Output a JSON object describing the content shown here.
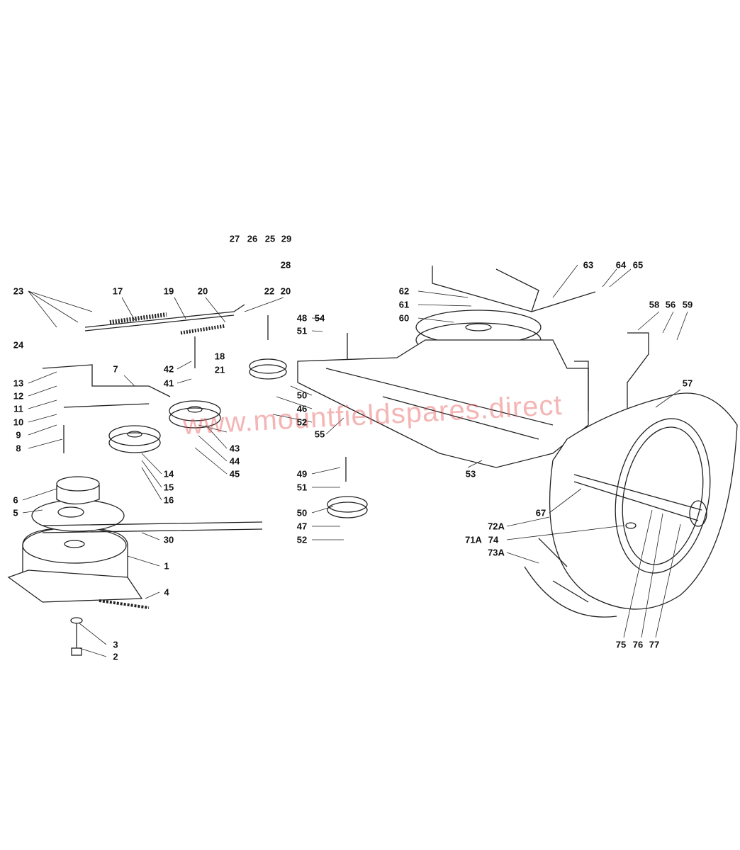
{
  "watermark": "www.mountfieldspares.direct",
  "labels": [
    "27",
    "26",
    "25",
    "29",
    "28",
    "23",
    "17",
    "19",
    "20",
    "22",
    "20",
    "48",
    "51",
    "54",
    "24",
    "13",
    "12",
    "11",
    "10",
    "9",
    "8",
    "7",
    "42",
    "41",
    "18",
    "21",
    "50",
    "46",
    "52",
    "55",
    "43",
    "44",
    "45",
    "14",
    "15",
    "16",
    "6",
    "5",
    "30",
    "1",
    "4",
    "3",
    "2",
    "62",
    "61",
    "60",
    "63",
    "64",
    "65",
    "58",
    "56",
    "59",
    "57",
    "53",
    "49",
    "51",
    "50",
    "47",
    "52",
    "67",
    "72A",
    "71A",
    "74",
    "73A",
    "75",
    "76",
    "77"
  ]
}
